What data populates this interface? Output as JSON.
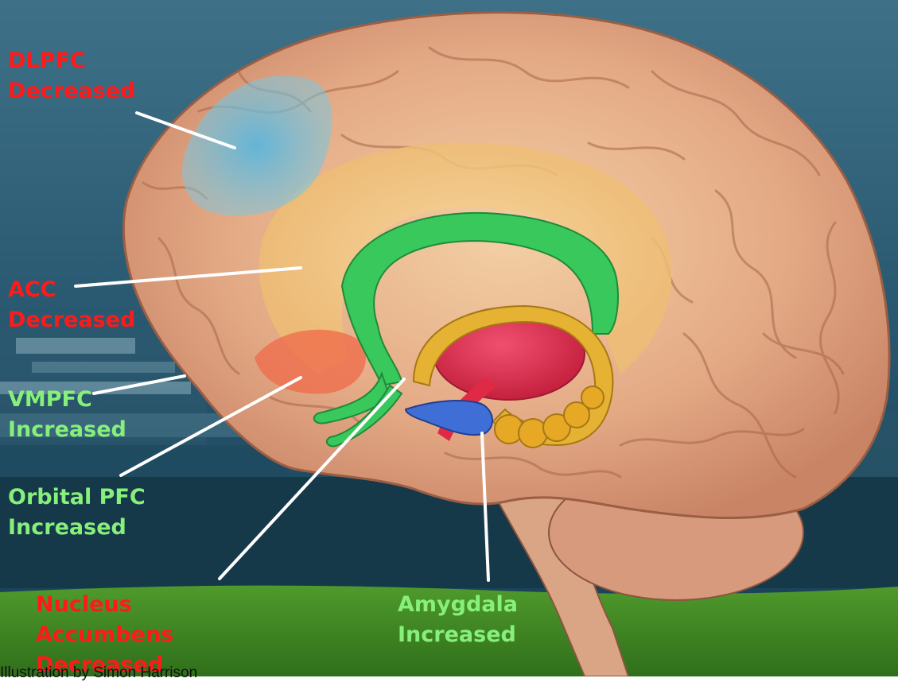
{
  "labels": {
    "dlpfc": {
      "name": "DLPFC",
      "status": "Decreased",
      "color": "#ff1a1a"
    },
    "acc": {
      "name": "ACC",
      "status": "Decreased",
      "color": "#ff1a1a"
    },
    "vmpfc": {
      "name": "VMPFC",
      "status": "Increased",
      "color": "#86f07a"
    },
    "orbital_pfc": {
      "name": "Orbital PFC",
      "status": "Increased",
      "color": "#86f07a"
    },
    "nucleus_accumbens": {
      "line1": "Nucleus",
      "line2": "Accumbens",
      "status": "Decreased",
      "color": "#ff1a1a"
    },
    "amygdala": {
      "name": "Amygdala",
      "status": "Increased",
      "color": "#86f07a"
    }
  },
  "credit": "Illustration by Simon Harrison",
  "colors": {
    "sky_top": "#3d6f86",
    "sky_bottom": "#1e4a63",
    "grass": "#3f8f25",
    "brain": "#e2a98a",
    "dlpfc_region": "#62b9dd",
    "cingulate": "#36c75a",
    "thalamus": "#e2365a",
    "hippocampus": "#e6b233",
    "leader_lines": "#ffffff"
  }
}
